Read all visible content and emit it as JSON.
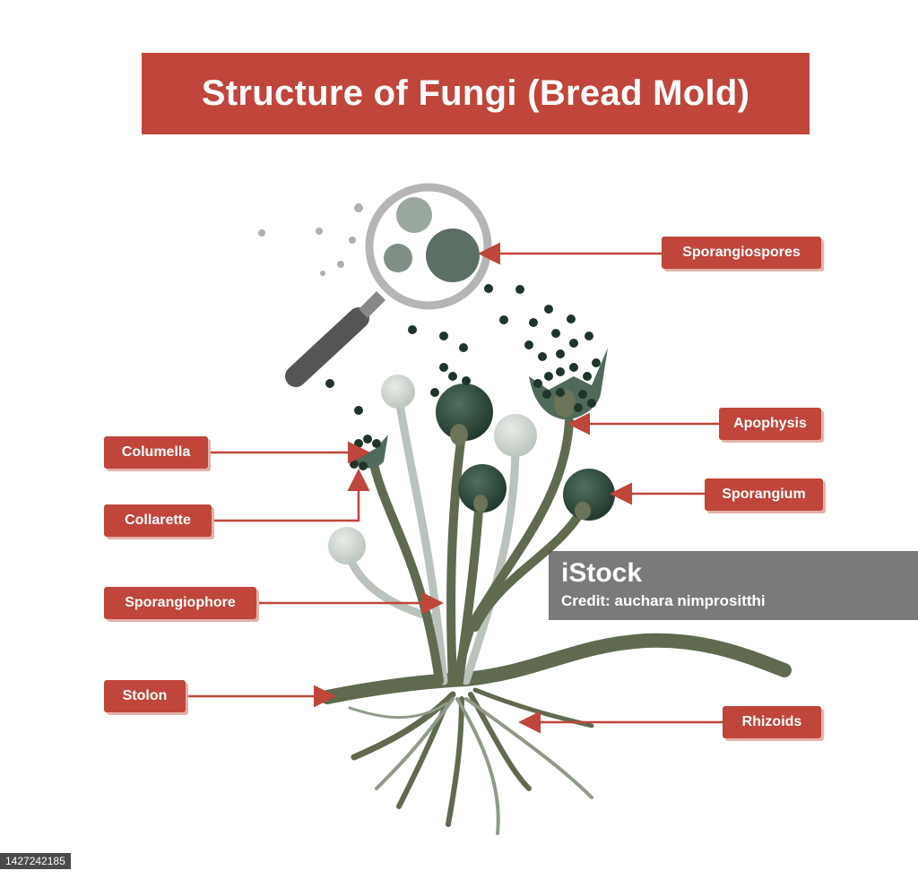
{
  "title": "Structure of Fungi (Bread Mold)",
  "labels": {
    "sporangiospores": "Sporangiospores",
    "columella": "Columella",
    "apophysis": "Apophysis",
    "collarette": "Collarette",
    "sporangium": "Sporangium",
    "sporangiophore": "Sporangiophore",
    "stolon": "Stolon",
    "rhizoids": "Rhizoids"
  },
  "watermark": {
    "brand": "iStock",
    "credit": "Credit: auchara nimprositthi"
  },
  "stock_id": "1427242185",
  "colors": {
    "accent": "#c0453a",
    "hypha": "#5f6a4f",
    "sporangium": "#2e4a3c"
  }
}
